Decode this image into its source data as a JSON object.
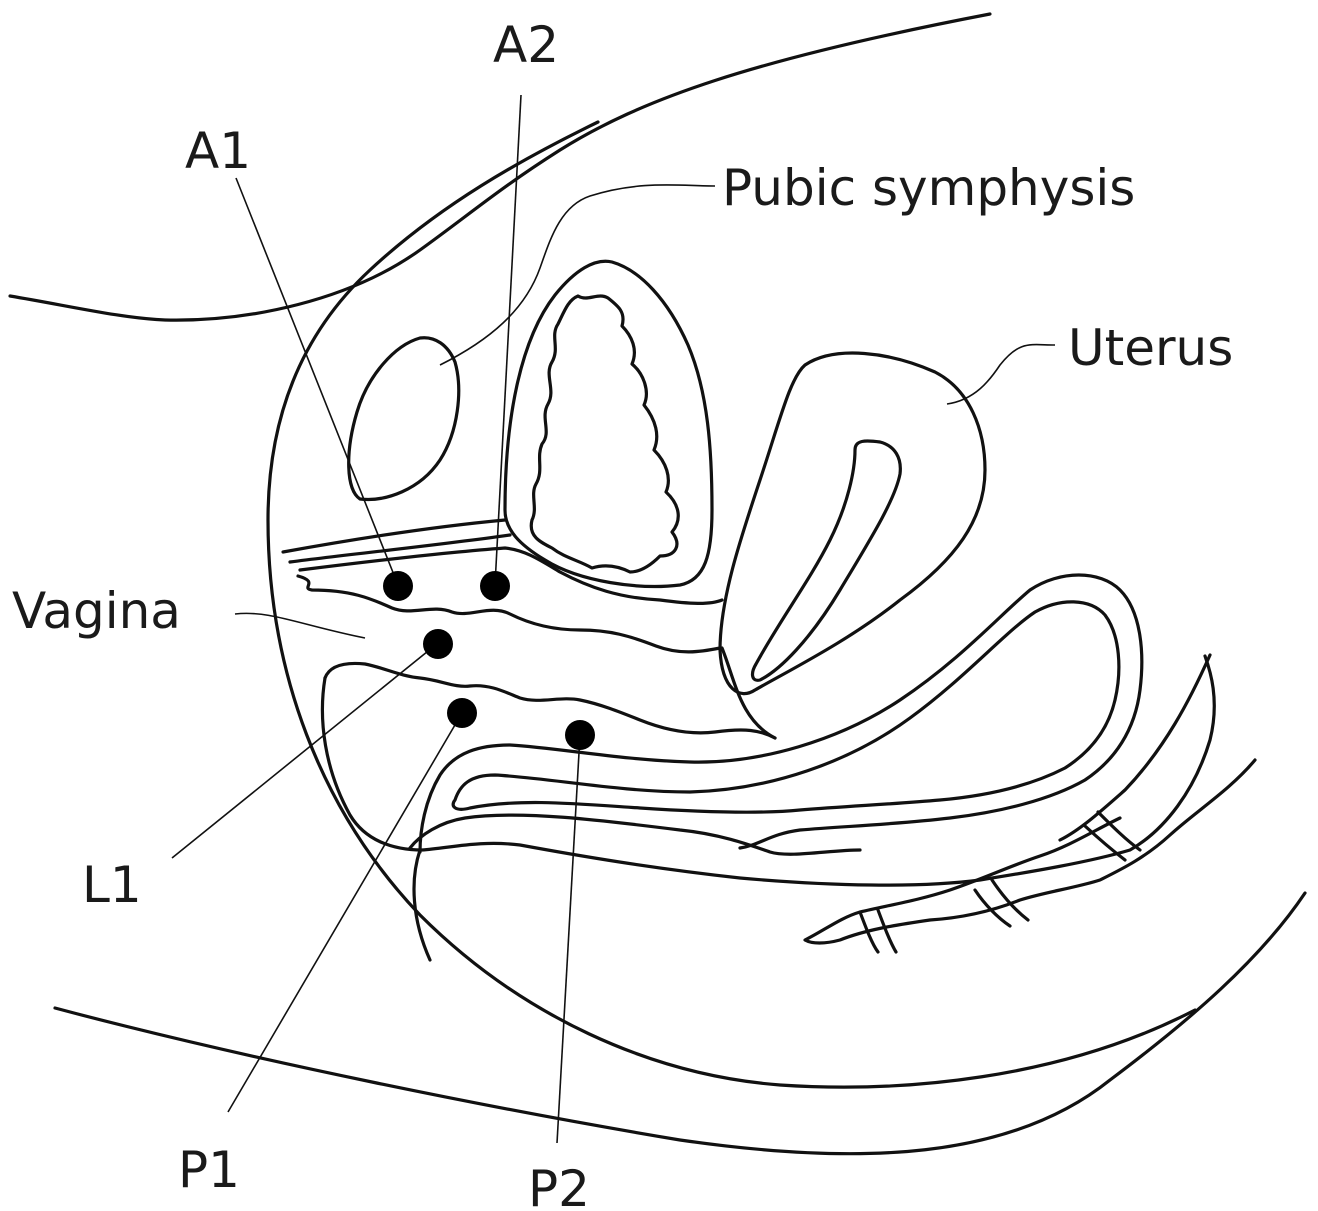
{
  "labels": {
    "a1": "A1",
    "a2": "A2",
    "pubic_symphysis": "Pubic symphysis",
    "uterus": "Uterus",
    "vagina": "Vagina",
    "l1": "L1",
    "p1": "P1",
    "p2": "P2"
  },
  "colors": {
    "stroke": "#111111",
    "point": "#000000",
    "background": "#ffffff"
  }
}
